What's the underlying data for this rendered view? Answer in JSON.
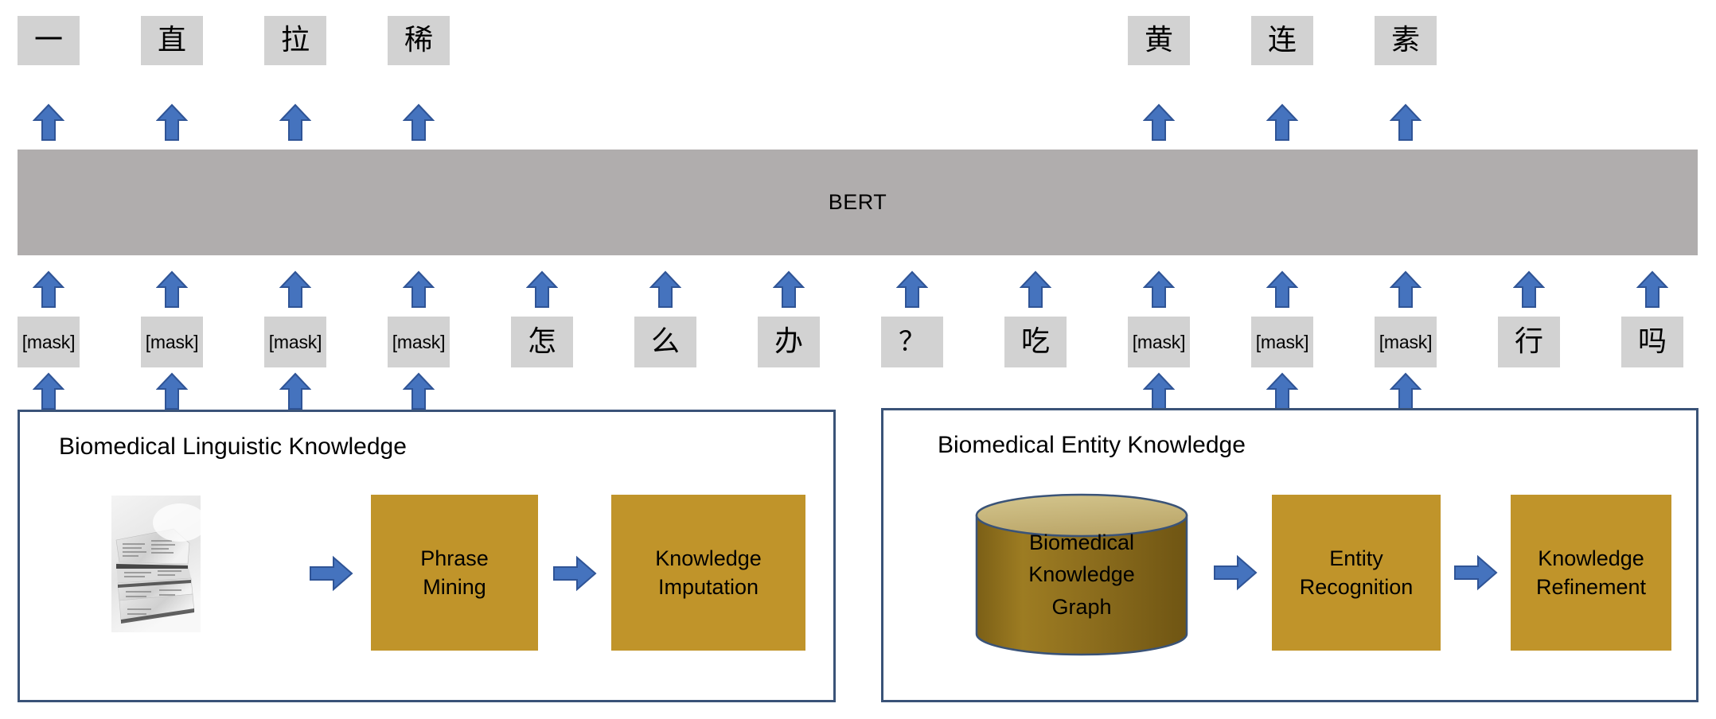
{
  "model": {
    "name": "BERT"
  },
  "output_tokens": [
    {
      "text": "一",
      "col": 0,
      "type": "cjk"
    },
    {
      "text": "直",
      "col": 1,
      "type": "cjk"
    },
    {
      "text": "拉",
      "col": 2,
      "type": "cjk"
    },
    {
      "text": "稀",
      "col": 3,
      "type": "cjk"
    },
    {
      "text": "黄",
      "col": 9,
      "type": "cjk"
    },
    {
      "text": "连",
      "col": 10,
      "type": "cjk"
    },
    {
      "text": "素",
      "col": 11,
      "type": "cjk"
    }
  ],
  "input_tokens": [
    {
      "text": "[mask]",
      "type": "mask"
    },
    {
      "text": "[mask]",
      "type": "mask"
    },
    {
      "text": "[mask]",
      "type": "mask"
    },
    {
      "text": "[mask]",
      "type": "mask"
    },
    {
      "text": "怎",
      "type": "cjk"
    },
    {
      "text": "么",
      "type": "cjk"
    },
    {
      "text": "办",
      "type": "cjk"
    },
    {
      "text": "？",
      "type": "punct"
    },
    {
      "text": "吃",
      "type": "cjk"
    },
    {
      "text": "[mask]",
      "type": "mask"
    },
    {
      "text": "[mask]",
      "type": "mask"
    },
    {
      "text": "[mask]",
      "type": "mask"
    },
    {
      "text": "行",
      "type": "cjk"
    },
    {
      "text": "吗",
      "type": "cjk"
    }
  ],
  "knowledge_arrow_columns": [
    0,
    1,
    2,
    3,
    9,
    10,
    11
  ],
  "panels": [
    {
      "title": "Biomedical Linguistic Knowledge",
      "source": {
        "kind": "photo",
        "name": "newspapers-photo"
      },
      "steps": [
        "Phrase\nMining",
        "Knowledge\nImputation"
      ],
      "step_lines": [
        [
          "Phrase",
          "Mining"
        ],
        [
          "Knowledge",
          "Imputation"
        ]
      ]
    },
    {
      "title": "Biomedical Entity Knowledge",
      "source": {
        "kind": "cylinder",
        "name": "biomedical-knowledge-graph",
        "lines": [
          "Biomedical",
          "Knowledge",
          "Graph"
        ]
      },
      "steps": [
        "Entity\nRecognition",
        "Knowledge\nRefinement"
      ],
      "step_lines": [
        [
          "Entity",
          "Recognition"
        ],
        [
          "Knowledge",
          "Refinement"
        ]
      ]
    }
  ],
  "colors": {
    "token_box": "#d2d2d2",
    "bert_bar": "#b0adad",
    "arrow_fill": "#4573be",
    "arrow_stroke": "#2f5496",
    "gold_box": "#c0942a",
    "panel_border": "#3a5378",
    "cylinder_body": "#8a6b1d",
    "cylinder_top": "#c6b478",
    "cylinder_stroke": "#3a5378",
    "background": "#ffffff"
  },
  "icons": {
    "up_arrow": "arrow-up-icon",
    "right_arrow": "arrow-right-icon",
    "database": "database-cylinder-icon",
    "image": "newspaper-image-icon"
  }
}
